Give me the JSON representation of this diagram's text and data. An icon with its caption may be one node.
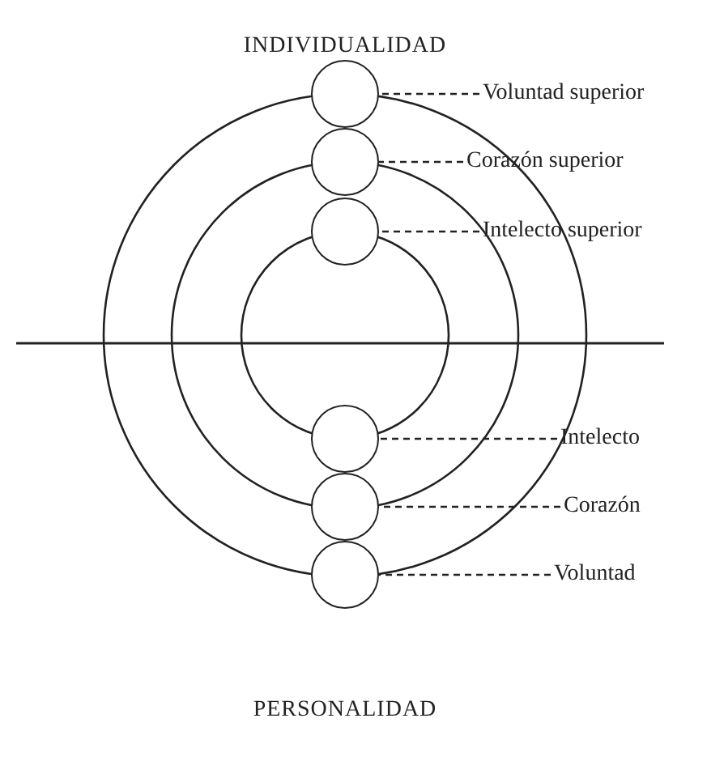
{
  "diagram": {
    "nodes": [
      {
        "text": [],
        "shape": "circle"
      },
      {
        "text": [
          "Voluntad superior"
        ]
      },
      {
        "text": [],
        "shape": "circle"
      },
      {
        "text": [
          "Corazón superior"
        ]
      },
      {
        "text": [],
        "shape": "circle"
      },
      {
        "text": [
          "Intelecto superior"
        ]
      },
      {
        "text": [],
        "shape": "circle"
      },
      {
        "text": [
          "Intelecto"
        ]
      },
      {
        "text": [],
        "shape": "circle"
      },
      {
        "text": [
          "Corazón"
        ]
      },
      {
        "text": [],
        "shape": "circle"
      },
      {
        "text": [
          "Voluntad"
        ]
      }
    ],
    "edges": [
      {
        "from": 1,
        "to": 0,
        "arrow": "none",
        "style": "dashed"
      },
      {
        "from": 3,
        "to": 2,
        "arrow": "none",
        "style": "dashed"
      },
      {
        "from": 5,
        "to": 4,
        "arrow": "none",
        "style": "dashed"
      },
      {
        "from": 7,
        "to": 6,
        "arrow": "none",
        "style": "dashed"
      },
      {
        "from": 9,
        "to": 8,
        "arrow": "none",
        "style": "dashed"
      },
      {
        "from": 11,
        "to": 10,
        "arrow": "none",
        "style": "dashed"
      }
    ],
    "labels": [
      "INDIVIDUALIDAD",
      "PERSONALIDAD"
    ]
  }
}
